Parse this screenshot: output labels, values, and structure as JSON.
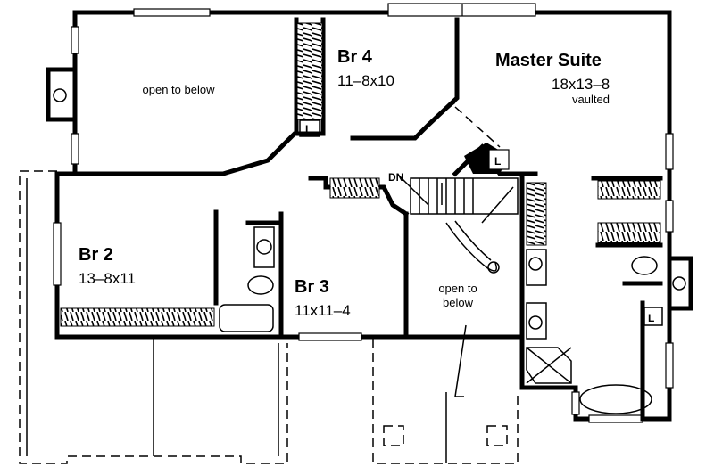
{
  "rooms": {
    "br4": {
      "name": "Br 4",
      "size": "11–8x10"
    },
    "master": {
      "name": "Master Suite",
      "size": "18x13–8",
      "note": "vaulted"
    },
    "br2": {
      "name": "Br 2",
      "size": "13–8x11"
    },
    "br3": {
      "name": "Br 3",
      "size": "11x11–4"
    }
  },
  "open_to_below_top": "open to below",
  "open_to_below_stair_line1": "open to",
  "open_to_below_stair_line2": "below",
  "stair_label": "DN",
  "linen_label": "L"
}
